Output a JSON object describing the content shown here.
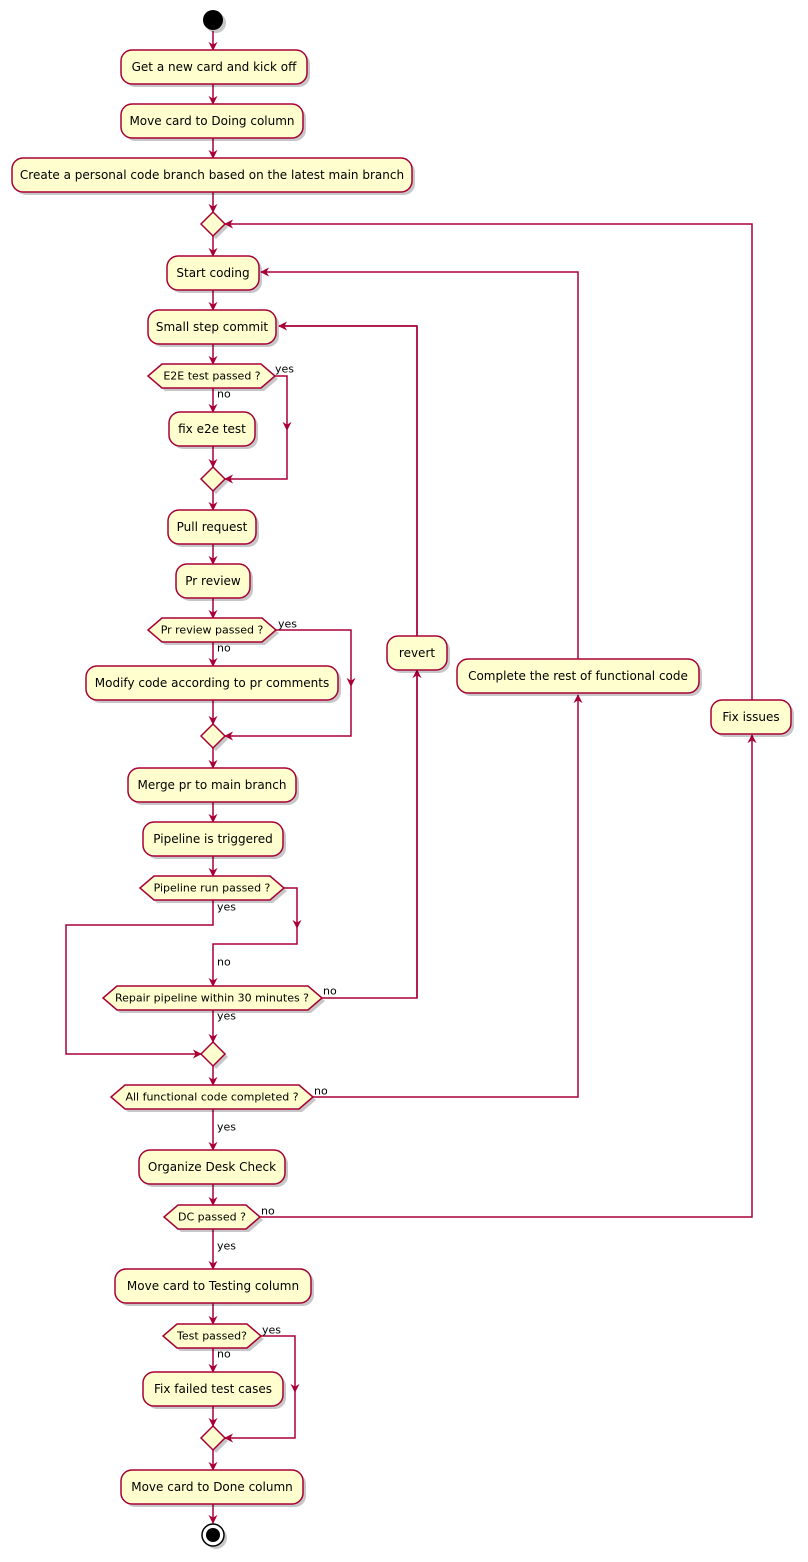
{
  "activities": {
    "get_card": "Get a new card and kick off",
    "move_doing": "Move card to Doing column",
    "create_branch": "Create a personal code branch based on the latest main branch",
    "start_coding": "Start coding",
    "small_commit": "Small step commit",
    "fix_e2e": "fix e2e test",
    "pull_request": "Pull request",
    "pr_review": "Pr review",
    "modify_code": "Modify code according to pr comments",
    "merge_pr": "Merge pr to main branch",
    "pipeline_triggered": "Pipeline is triggered",
    "organize_dc": "Organize Desk Check",
    "move_testing": " Move card to Testing column",
    "fix_failed": " Fix failed test cases",
    "move_done": " Move card to Done column",
    "revert": " revert",
    "complete_rest": " Complete the rest of functional code",
    "fix_issues": " Fix issues"
  },
  "decisions": {
    "e2e_passed": "E2E test passed ?",
    "pr_passed": "Pr review passed ?",
    "pipeline_passed": "Pipeline run passed ?",
    "repair_pipeline": "Repair pipeline within 30 minutes ?",
    "all_completed": "All functional code completed ?",
    "dc_passed": "DC passed ?",
    "test_passed": "Test passed?"
  },
  "labels": {
    "yes": "yes",
    "no": "no"
  },
  "colors": {
    "node_fill": "#FEFECE",
    "stroke": "#A80036",
    "start_end": "#000000"
  }
}
